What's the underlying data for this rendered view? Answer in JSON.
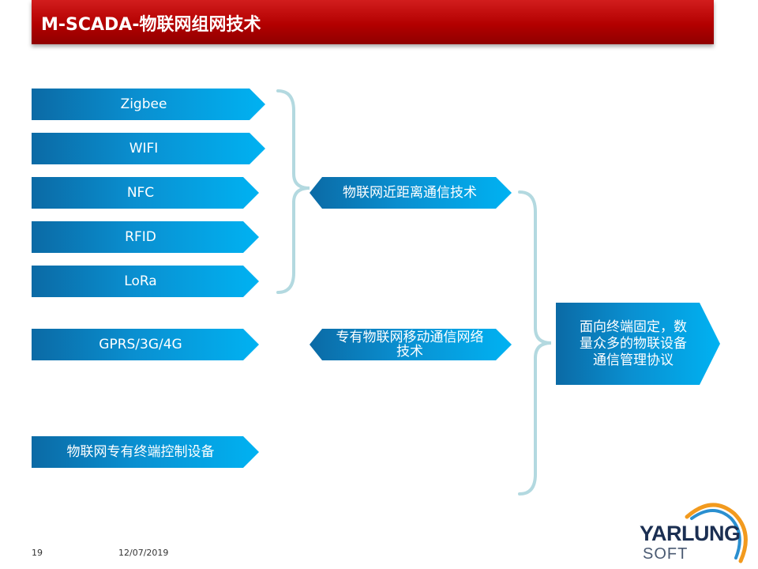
{
  "slide": {
    "title": "M-SCADA-物联网组网技术",
    "page_number": "19",
    "date": "12/07/2019"
  },
  "left_items": [
    "Zigbee",
    "WIFI",
    "NFC",
    "RFID",
    "LoRa",
    "GPRS/3G/4G",
    "物联网专有终端控制设备"
  ],
  "middle_items": [
    "物联网近距离通信技术",
    "专有物联网移动通信网络技术"
  ],
  "target": {
    "label": "面向终端固定，数量众多的物联设备通信管理协议"
  },
  "logo": {
    "word": "YARLUNG",
    "sub": "SOFT"
  },
  "colors": {
    "title_red": "#b30000",
    "arrow_blue": "#00b2f2",
    "arrow_dark": "#0b6aa5",
    "brace": "#b3d9e0"
  }
}
